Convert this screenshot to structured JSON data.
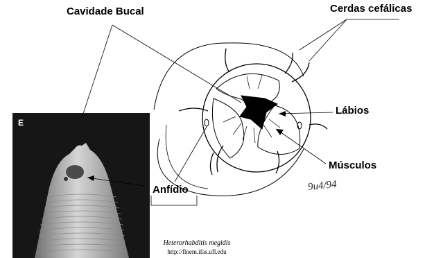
{
  "labels": {
    "cavidade_bucal": "Cavidade Bucal",
    "cerdas_cefalicas": "Cerdas cefálicas",
    "labios": "Lábios",
    "musculos": "Músculos",
    "anfidio": "Anfídio"
  },
  "photo": {
    "panel_letter": "E"
  },
  "caption": {
    "species": "Heterorhabditis megidis",
    "url": "http://flnem.ifas.ufl.edu"
  },
  "signature": "9u4/94",
  "colors": {
    "line": "#000000",
    "photo_bg": "#1a1a1a",
    "specimen": "#b8b8b8"
  }
}
